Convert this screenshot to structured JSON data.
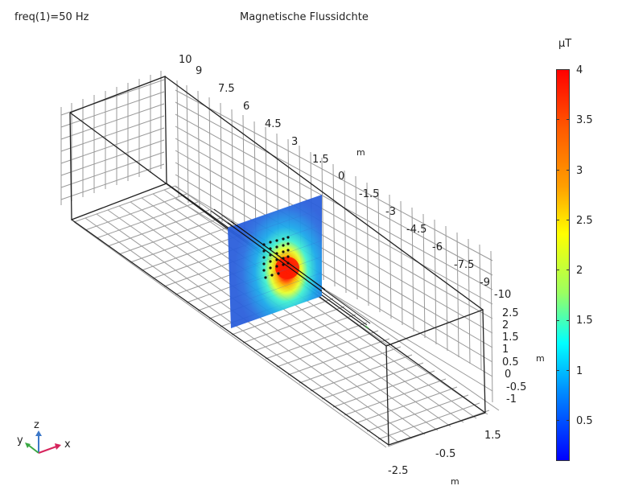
{
  "header": {
    "parameter_label": "freq(1)=50 Hz",
    "title": "Magnetische Flussidchte"
  },
  "colorbar": {
    "unit": "µT",
    "min": 0.1,
    "max": 4,
    "ticks": [
      "4",
      "3.5",
      "3",
      "2.5",
      "2",
      "1.5",
      "1",
      "0.5"
    ],
    "colormap": "rainbow",
    "colors": [
      "#0000ff",
      "#0080ff",
      "#00ffff",
      "#80ff80",
      "#ffff00",
      "#ff8000",
      "#ff0000"
    ]
  },
  "axes": {
    "y_axis": {
      "unit": "m",
      "ticks": [
        "10",
        "9",
        "7.5",
        "6",
        "4.5",
        "3",
        "1.5",
        "0",
        "-1.5",
        "-3",
        "-4.5",
        "-6",
        "-7.5",
        "-9",
        "-10"
      ]
    },
    "z_axis": {
      "unit": "m",
      "ticks": [
        "2.5",
        "2",
        "1.5",
        "1",
        "0.5",
        "0",
        "-0.5",
        "-1"
      ]
    },
    "x_axis": {
      "unit": "m",
      "ticks": [
        "1.5",
        "-0.5",
        "-2.5"
      ]
    }
  },
  "triad": {
    "x": "x",
    "y": "y",
    "z": "z",
    "x_color": "#d6245c",
    "y_color": "#3aa843",
    "z_color": "#3c78c8"
  },
  "chart_data": {
    "type": "heatmap",
    "title": "Magnetische Flussidchte",
    "subtitle": "freq(1)=50 Hz",
    "description": "3D slice plot of magnetic flux density (µT) on a vertical plane across a rectangular box domain; peak ~4 µT near the conductor, background ~0.3 µT",
    "colorbar": {
      "label": "µT",
      "range": [
        0.1,
        4
      ],
      "ticks": [
        0.5,
        1,
        1.5,
        2,
        2.5,
        3,
        3.5,
        4
      ]
    },
    "axes": {
      "y": {
        "label": "m",
        "range": [
          -10,
          10
        ],
        "ticks": [
          10,
          9,
          7.5,
          6,
          4.5,
          3,
          1.5,
          0,
          -1.5,
          -3,
          -4.5,
          -6,
          -7.5,
          -9,
          -10
        ]
      },
      "z": {
        "label": "m",
        "range": [
          -1,
          2.5
        ],
        "ticks": [
          2.5,
          2,
          1.5,
          1,
          0.5,
          0,
          -0.5,
          -1
        ]
      },
      "x": {
        "label": "m",
        "range": [
          -2.5,
          1.5
        ],
        "ticks": [
          1.5,
          -0.5,
          -2.5
        ]
      }
    },
    "slice": {
      "position_y": 0,
      "peak_value": 4,
      "background_value": 0.3
    },
    "point_grid": {
      "rows": 6,
      "cols": 5,
      "marker": "black dot"
    },
    "grid": true
  }
}
